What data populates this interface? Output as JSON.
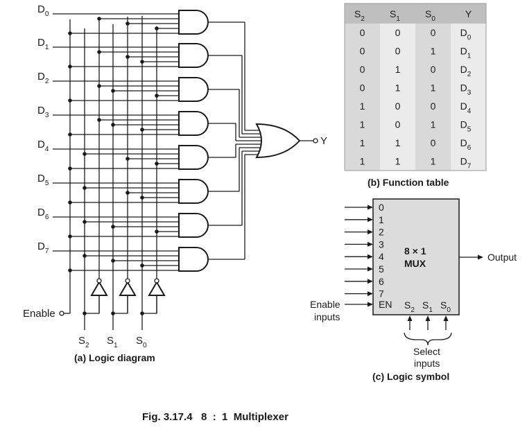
{
  "logic_diagram": {
    "data_inputs": [
      {
        "base": "D",
        "sub": "0"
      },
      {
        "base": "D",
        "sub": "1"
      },
      {
        "base": "D",
        "sub": "2"
      },
      {
        "base": "D",
        "sub": "3"
      },
      {
        "base": "D",
        "sub": "4"
      },
      {
        "base": "D",
        "sub": "5"
      },
      {
        "base": "D",
        "sub": "6"
      },
      {
        "base": "D",
        "sub": "7"
      }
    ],
    "enable_label": "Enable",
    "select_labels": [
      {
        "base": "S",
        "sub": "2"
      },
      {
        "base": "S",
        "sub": "1"
      },
      {
        "base": "S",
        "sub": "0"
      }
    ],
    "output_label": "Y",
    "caption": "(a) Logic diagram"
  },
  "function_table": {
    "headers": [
      {
        "base": "S",
        "sub": "2"
      },
      {
        "base": "S",
        "sub": "1"
      },
      {
        "base": "S",
        "sub": "0"
      },
      {
        "base": "Y",
        "sub": ""
      }
    ],
    "rows": [
      {
        "s2": "0",
        "s1": "0",
        "s0": "0",
        "y": "D",
        "ysub": "0"
      },
      {
        "s2": "0",
        "s1": "0",
        "s0": "1",
        "y": "D",
        "ysub": "1"
      },
      {
        "s2": "0",
        "s1": "1",
        "s0": "0",
        "y": "D",
        "ysub": "2"
      },
      {
        "s2": "0",
        "s1": "1",
        "s0": "1",
        "y": "D",
        "ysub": "3"
      },
      {
        "s2": "1",
        "s1": "0",
        "s0": "0",
        "y": "D",
        "ysub": "4"
      },
      {
        "s2": "1",
        "s1": "0",
        "s0": "1",
        "y": "D",
        "ysub": "5"
      },
      {
        "s2": "1",
        "s1": "1",
        "s0": "0",
        "y": "D",
        "ysub": "6"
      },
      {
        "s2": "1",
        "s1": "1",
        "s0": "1",
        "y": "D",
        "ysub": "7"
      }
    ],
    "caption": "(b) Function table",
    "colors": {
      "header_bg": "#bfbfbf",
      "odd_col_bg": "#d9d9d9",
      "even_col_bg": "#ebebeb"
    }
  },
  "logic_symbol": {
    "input_numbers": [
      "0",
      "1",
      "2",
      "3",
      "4",
      "5",
      "6",
      "7"
    ],
    "enable_pin": "EN",
    "select_pins": [
      {
        "base": "S",
        "sub": "2"
      },
      {
        "base": "S",
        "sub": "1"
      },
      {
        "base": "S",
        "sub": "0"
      }
    ],
    "title_line1": "8 × 1",
    "title_line2": "MUX",
    "output_label": "Output",
    "enable_inputs_line1": "Enable",
    "enable_inputs_line2": "inputs",
    "select_inputs_line1": "Select",
    "select_inputs_line2": "inputs",
    "caption": "(c) Logic symbol",
    "colors": {
      "box_fill": "#dcdcdc"
    }
  },
  "figure_title": "Fig. 3.17.4   8  :  1  Multiplexer"
}
